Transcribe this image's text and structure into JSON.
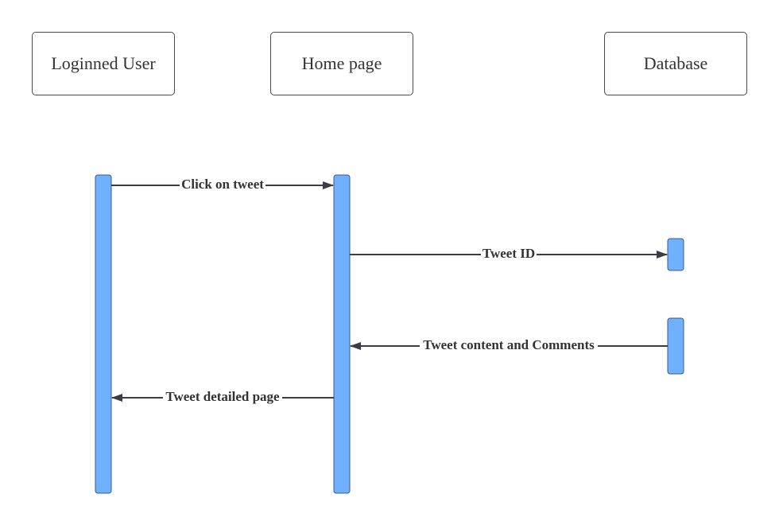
{
  "participants": {
    "user": "Loginned User",
    "home": "Home page",
    "database": "Database"
  },
  "messages": {
    "click_on_tweet": "Click on tweet",
    "tweet_id": "Tweet ID",
    "tweet_content": "Tweet content and Comments",
    "tweet_detailed_page": "Tweet detailed page"
  },
  "colors": {
    "activation_fill": "#6fb0ff",
    "activation_stroke": "#3a5a85",
    "line": "#3c3c46"
  }
}
